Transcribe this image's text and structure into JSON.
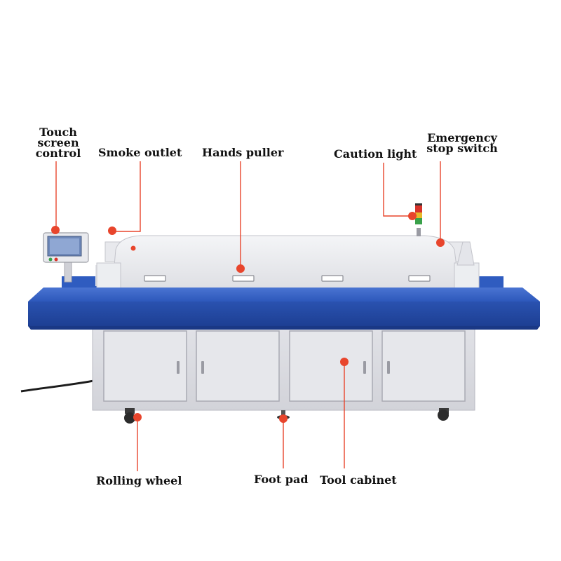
{
  "labels": {
    "touch_screen": [
      "Touch",
      "screen",
      "control"
    ],
    "smoke_outlet": "Smoke outlet",
    "hands_puller": "Hands puller",
    "caution_light": "Caution light",
    "emergency_stop": [
      "Emergency",
      "stop switch"
    ],
    "rolling_wheel": "Rolling wheel",
    "foot_pad": "Foot pad",
    "tool_cabinet": "Tool cabinet"
  },
  "colors": {
    "callout": "#e8452c",
    "conveyor_blue": "#2f5cc0",
    "body_white": "#e9eaee",
    "cabinet_grey": "#dcdde2"
  }
}
